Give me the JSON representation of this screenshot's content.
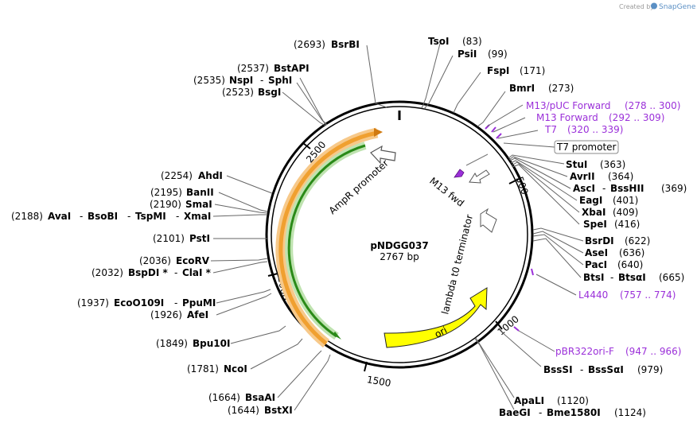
{
  "credit": {
    "text": "Created by",
    "brand": "SnapGene"
  },
  "plasmid": {
    "name": "pNDGG037",
    "size": "2767 bp"
  },
  "ticks": {
    "t500": "500",
    "t1000": "1000",
    "t1500": "1500",
    "t2000": "2000",
    "t2500": "2500"
  },
  "features": {
    "ampr_promoter": "AmpR promoter",
    "m13_fwd": "M13 fwd",
    "lambda": "lambda t0 terminator",
    "ori": "ori",
    "t7_promoter": "T7 promoter"
  },
  "sites": {
    "bsrbi": {
      "name": "BsrBI",
      "pos": "(2693)"
    },
    "bstapi": {
      "name": "BstAPI",
      "pos": "(2537)"
    },
    "nspi": {
      "name": "NspI",
      "pos": "(2535)",
      "name2": "SphI"
    },
    "bsgi": {
      "name": "BsgI",
      "pos": "(2523)"
    },
    "tsoi": {
      "name": "TsoI",
      "pos": "(83)"
    },
    "psii": {
      "name": "PsiI",
      "pos": "(99)"
    },
    "fspi": {
      "name": "FspI",
      "pos": "(171)"
    },
    "bmri": {
      "name": "BmrI",
      "pos": "(273)"
    },
    "stui": {
      "name": "StuI",
      "pos": "(363)"
    },
    "avrii": {
      "name": "AvrII",
      "pos": "(364)"
    },
    "asci": {
      "name": "AscI",
      "name2": "BssHII",
      "pos": "(369)"
    },
    "eagi": {
      "name": "EagI",
      "pos": "(401)"
    },
    "xbai": {
      "name": "XbaI",
      "pos": "(409)"
    },
    "spei": {
      "name": "SpeI",
      "pos": "(416)"
    },
    "bsrdi": {
      "name": "BsrDI",
      "pos": "(622)"
    },
    "asei": {
      "name": "AseI",
      "pos": "(636)"
    },
    "paci": {
      "name": "PacI",
      "pos": "(640)"
    },
    "btsi": {
      "name": "BtsI",
      "name2": "BtsαI",
      "pos": "(665)"
    },
    "bsssi": {
      "name": "BssSI",
      "name2": "BssSαI",
      "pos": "(979)"
    },
    "apali": {
      "name": "ApaLI",
      "pos": "(1120)"
    },
    "baegi": {
      "name": "BaeGI",
      "name2": "Bme1580I",
      "pos": "(1124)"
    },
    "ahdi": {
      "name": "AhdI",
      "pos": "(2254)"
    },
    "banii": {
      "name": "BanII",
      "pos": "(2195)"
    },
    "smai": {
      "name": "SmaI",
      "pos": "(2190)"
    },
    "avai": {
      "name": "AvaI",
      "name2": "BsoBI",
      "name3": "TspMI",
      "name4": "XmaI",
      "pos": "(2188)"
    },
    "psti": {
      "name": "PstI",
      "pos": "(2101)"
    },
    "ecorv": {
      "name": "EcoRV",
      "pos": "(2036)"
    },
    "bspdi": {
      "name": "BspDI *",
      "name2": "ClaI *",
      "pos": "(2032)"
    },
    "ecoo109i": {
      "name": "EcoO109I",
      "name2": "PpuMI",
      "pos": "(1937)"
    },
    "afei": {
      "name": "AfeI",
      "pos": "(1926)"
    },
    "bpu10i": {
      "name": "Bpu10I",
      "pos": "(1849)"
    },
    "ncoi": {
      "name": "NcoI",
      "pos": "(1781)"
    },
    "bsaai": {
      "name": "BsaAI",
      "pos": "(1664)"
    },
    "bstxi": {
      "name": "BstXI",
      "pos": "(1644)"
    }
  },
  "primers": {
    "m13puc": {
      "name": "M13/pUC Forward",
      "range": "(278 .. 300)"
    },
    "m13f": {
      "name": "M13 Forward",
      "range": "(292 .. 309)"
    },
    "t7": {
      "name": "T7",
      "range": "(320 .. 339)"
    },
    "l4440": {
      "name": "L4440",
      "range": "(757 .. 774)"
    },
    "pbr322": {
      "name": "pBR322ori-F",
      "range": "(947 .. 966)"
    }
  },
  "colors": {
    "orange": "#f0a030",
    "green": "#2a8a18",
    "yellow": "#ffff00",
    "primer": "#9b30d9"
  }
}
